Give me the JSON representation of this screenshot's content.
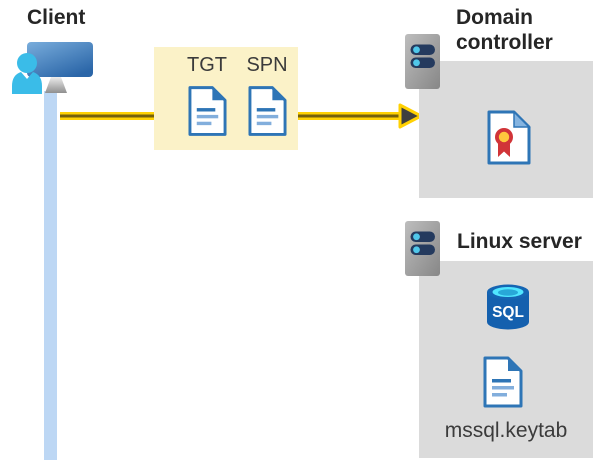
{
  "client": {
    "label": "Client"
  },
  "ticket_box": {
    "tgt_label": "TGT",
    "spn_label": "SPN"
  },
  "domain_controller": {
    "label": "Domain controller"
  },
  "linux_server": {
    "label": "Linux server",
    "sql_label": "SQL",
    "keytab_label": "mssql.keytab"
  },
  "colors": {
    "arrow_yellow": "#FFD103",
    "arrow_core": "#75610B",
    "arrowhead_dark": "#3F3F3F",
    "ticket_box_bg": "#FBF2C8",
    "zone_bg": "#DBDBDB",
    "doc_blue": "#2E75B6",
    "doc_line_light": "#82AEDC",
    "client_cyan": "#3ABCE8",
    "timeline_blue": "#BDD7F4",
    "server_pill_navy": "#243A5E",
    "pill_dot_cyan": "#50C7EA",
    "cert_red": "#D13438",
    "cert_gold": "#FFC83D",
    "sql_body_blue": "#1460AE",
    "sql_top_cyan": "#50E6FF",
    "label_dark": "#262626",
    "label_gray": "#3B3B3B"
  }
}
